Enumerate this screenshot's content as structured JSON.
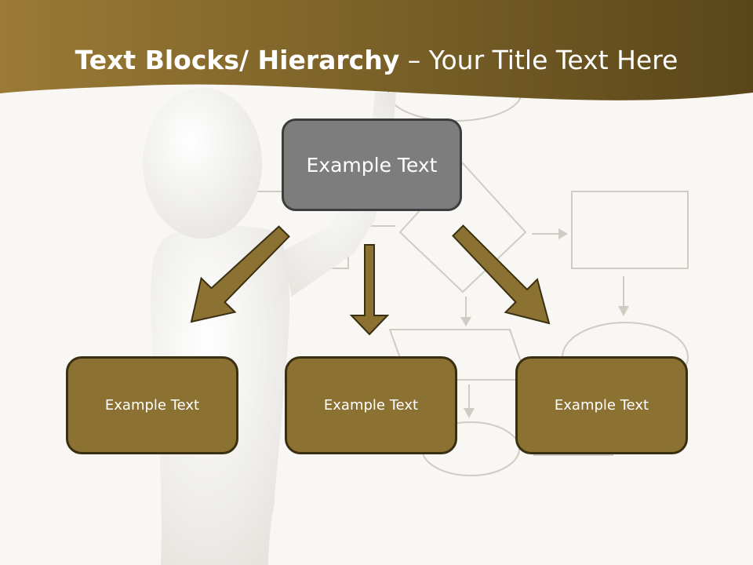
{
  "slide": {
    "title_bold": "Text Blocks/ Hierarchy",
    "title_rest": " – Your Title Text Here",
    "top_box_label": "Example Text",
    "children": [
      {
        "label": "Example Text"
      },
      {
        "label": "Example Text"
      },
      {
        "label": "Example Text"
      }
    ]
  },
  "colors": {
    "banner": "#8a6d2c",
    "box_gold": "#8c7232",
    "box_gray": "#7d7d7d",
    "arrow": "#8c7232"
  }
}
